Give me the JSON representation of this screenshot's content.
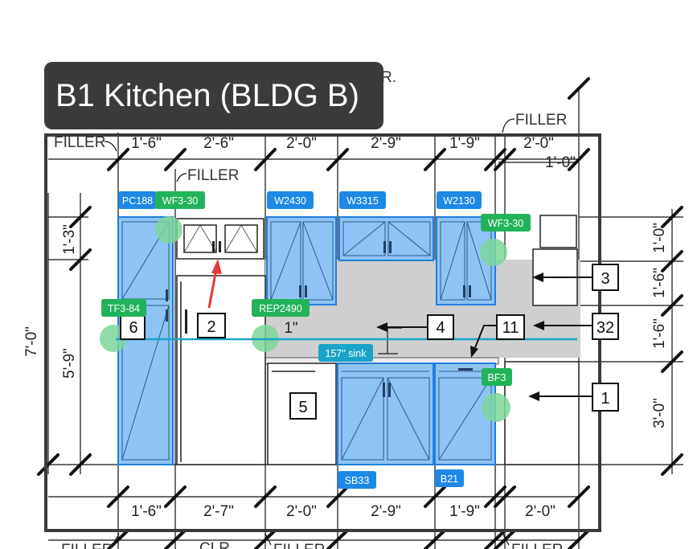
{
  "title": "B1 Kitchen (BLDG B)",
  "colors": {
    "cabinet_fill": "#8ec4f5",
    "cabinet_stroke": "#1f7fe0",
    "tag_blue": "#1e88e5",
    "tag_green": "#22b35a",
    "marker_green": "#7dd69a",
    "measure_line": "#1aa3c8",
    "measure_tag": "#1aa3c8",
    "arrow_red": "#e53935",
    "counter_gray": "#cfcfcf",
    "frame": "#3a3a3a"
  },
  "dims_top_row1": [
    "1'-6\"",
    "2'-6\"",
    "2'-0\"",
    "2'-9\"",
    "1'-9\"",
    "2'-0\""
  ],
  "dims_top_row2": [
    "1'-0\""
  ],
  "dims_bottom": [
    "1'-6\"",
    "2'-7\"",
    "2'-0\"",
    "2'-9\"",
    "1'-9\"",
    "2'-0\""
  ],
  "dims_left": [
    "1'-3\"",
    "7'-0\"",
    "5'-9\""
  ],
  "dims_right": [
    "1'-0\"",
    "1'-6\"",
    "1'-6\"",
    "3'-0\""
  ],
  "filler_labels": [
    "FILLER",
    "FILLER",
    "FILLER",
    "FILLER",
    "FILLER",
    "FILLER"
  ],
  "clr_label": "CLR",
  "title_tail": "R.",
  "inner_dim": "1\"",
  "keys": [
    "2",
    "3",
    "4",
    "11",
    "32",
    "1",
    "5",
    "6"
  ],
  "tags": [
    "PC188",
    "WF3-30",
    "W2430",
    "W3315",
    "W2130",
    "WF3-30",
    "TF3-84",
    "REP2490",
    "BF3",
    "SB33",
    "B21"
  ],
  "measure_label": "157\" sink"
}
